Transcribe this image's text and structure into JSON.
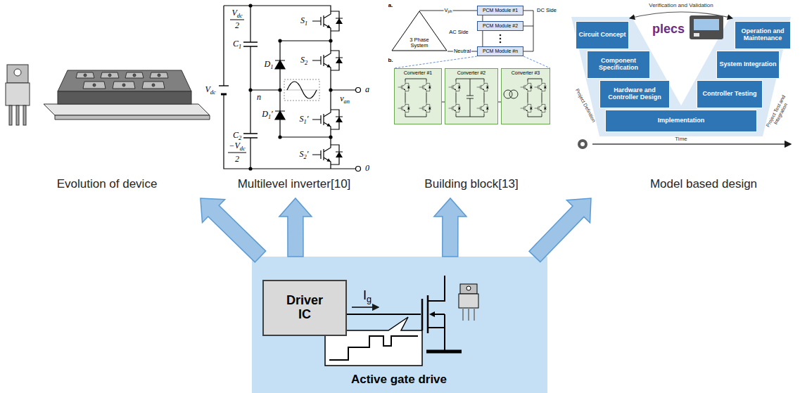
{
  "diagram": {
    "nodes": [
      {
        "text": [
          "Evolution of device"
        ]
      },
      {
        "text": [
          "Multilevel inverter[10]"
        ]
      },
      {
        "text": [
          "Building block[13]"
        ]
      },
      {
        "text": [
          "3 Phase System"
        ],
        "in": 2
      },
      {
        "text": [
          "PCM Module #1"
        ],
        "in": 2
      },
      {
        "text": [
          "PCM Module #2"
        ],
        "in": 2
      },
      {
        "text": [
          "PCM Module #n"
        ],
        "in": 2
      },
      {
        "text": [
          "Converter #1"
        ],
        "in": 2
      },
      {
        "text": [
          "Converter #2"
        ],
        "in": 2
      },
      {
        "text": [
          "Converter #3"
        ],
        "in": 2
      },
      {
        "text": [
          "Model based design"
        ]
      },
      {
        "text": [
          "Circuit Concept"
        ],
        "in": 10
      },
      {
        "text": [
          "Component Specification"
        ],
        "in": 10
      },
      {
        "text": [
          "Hardware and Controller Design"
        ],
        "in": 10
      },
      {
        "text": [
          "Implementation"
        ],
        "in": 10
      },
      {
        "text": [
          "Controller Testing"
        ],
        "in": 10
      },
      {
        "text": [
          "System Integration"
        ],
        "in": 10
      },
      {
        "text": [
          "Operation and Maintenance"
        ],
        "in": 10
      },
      {
        "text": [
          "Active gate drive"
        ]
      },
      {
        "text": [
          "Driver IC"
        ],
        "in": 18
      }
    ],
    "edges": [
      {
        "from": 18,
        "to": 0,
        "arrow": "to"
      },
      {
        "from": 18,
        "to": 1,
        "arrow": "to"
      },
      {
        "from": 18,
        "to": 2,
        "arrow": "to"
      },
      {
        "from": 18,
        "to": 10,
        "arrow": "to"
      },
      {
        "from": 3,
        "to": 4,
        "label": "Vph",
        "arrow": "none"
      },
      {
        "from": 3,
        "to": 6,
        "label": "Neutral",
        "arrow": "none"
      },
      {
        "from": 4,
        "to": 5,
        "arrow": "none"
      },
      {
        "from": 5,
        "to": 6,
        "arrow": "none"
      },
      {
        "from": 7,
        "to": 8,
        "arrow": "none"
      },
      {
        "from": 8,
        "to": 9,
        "arrow": "none"
      }
    ],
    "labels": [
      "Vdc",
      "2",
      "S1",
      "C1",
      "S2",
      "D1",
      "Vdc",
      "n",
      "van",
      "a",
      "D1′",
      "S1′",
      "C2",
      "−Vdc",
      "2",
      "S2′",
      "0",
      "a.",
      "AC Side",
      "DC Side",
      "b.",
      "Verification and Validation",
      "plecs",
      "Project Definition",
      "Project Test and Integration",
      "Time",
      "Ig"
    ]
  }
}
